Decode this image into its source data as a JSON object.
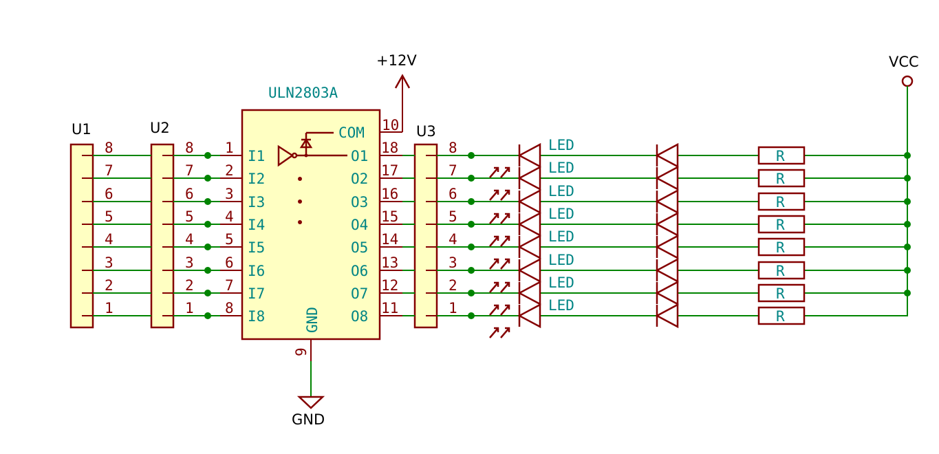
{
  "header_u1": {
    "ref": "U1",
    "pins": [
      "8",
      "7",
      "6",
      "5",
      "4",
      "3",
      "2",
      "1"
    ]
  },
  "header_u2": {
    "ref": "U2",
    "pins": [
      "8",
      "7",
      "6",
      "5",
      "4",
      "3",
      "2",
      "1"
    ]
  },
  "header_u3": {
    "ref": "U3",
    "pins": [
      "8",
      "7",
      "6",
      "5",
      "4",
      "3",
      "2",
      "1"
    ]
  },
  "ic": {
    "value": "ULN2803A",
    "inputs": [
      "I1",
      "I2",
      "I3",
      "I4",
      "I5",
      "I6",
      "I7",
      "I8"
    ],
    "input_pins": [
      "1",
      "2",
      "3",
      "4",
      "5",
      "6",
      "7",
      "8"
    ],
    "outputs": [
      "O1",
      "O2",
      "O3",
      "O4",
      "O5",
      "O6",
      "O7",
      "O8"
    ],
    "output_pins": [
      "18",
      "17",
      "16",
      "15",
      "14",
      "13",
      "12",
      "11"
    ],
    "com_label": "COM",
    "com_pin": "10",
    "gnd_label": "GND",
    "gnd_pin": "9"
  },
  "power": {
    "v12": "+12V",
    "vcc": "VCC",
    "gnd": "GND"
  },
  "leds": [
    "LED",
    "LED",
    "LED",
    "LED",
    "LED",
    "LED",
    "LED",
    "LED"
  ],
  "resistors": [
    "R",
    "R",
    "R",
    "R",
    "R",
    "R",
    "R",
    "R"
  ],
  "colors": {
    "wire": "#008400",
    "device": "#840000",
    "text_value": "#008484",
    "body_fill": "#ffffc2"
  }
}
